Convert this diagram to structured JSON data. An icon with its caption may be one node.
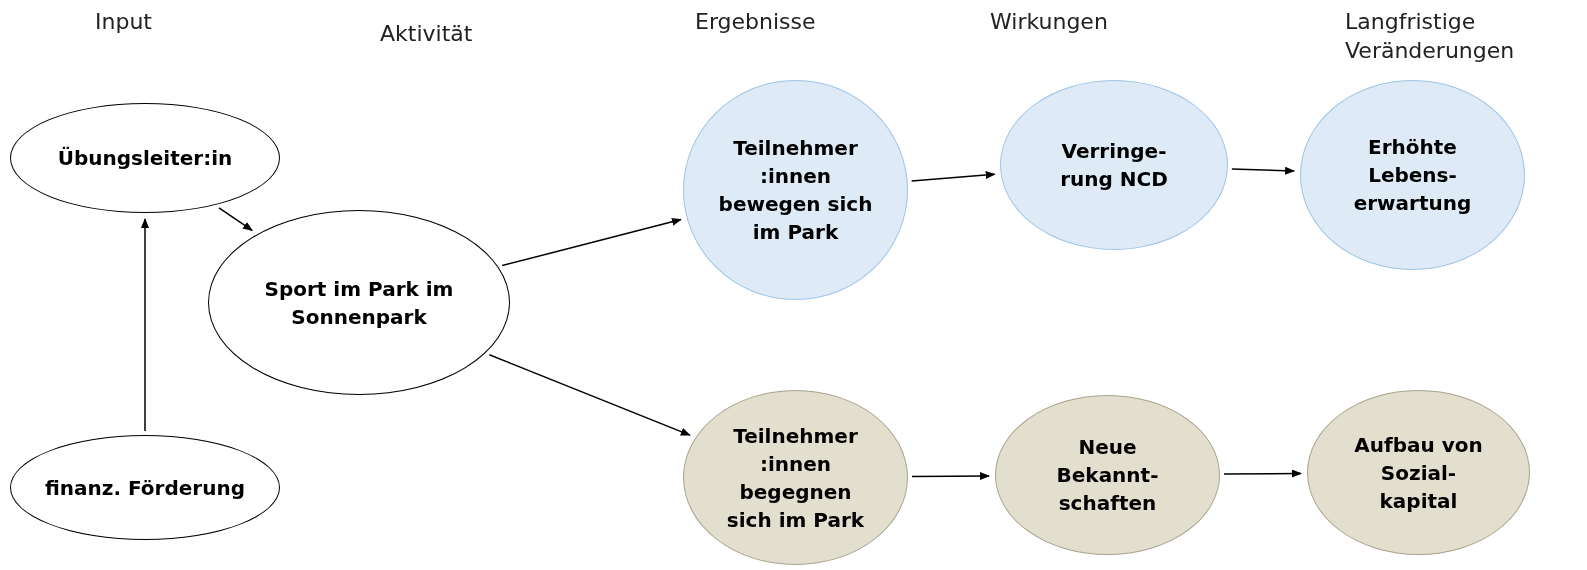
{
  "diagram": {
    "nodes": [
      {
        "text": [
          "Übungsleiter:in"
        ]
      },
      {
        "text": [
          "finanz. Förderung"
        ]
      },
      {
        "text": [
          "Sport im Park im Sonnenpark"
        ]
      },
      {
        "text": [
          "Teilnehmer :innen bewegen sich im Park"
        ]
      },
      {
        "text": [
          "Verringe- rung NCD"
        ]
      },
      {
        "text": [
          "Erhöhte Lebens- erwartung"
        ]
      },
      {
        "text": [
          "Teilnehmer :innen begegnen sich im Park"
        ]
      },
      {
        "text": [
          "Neue Bekannt- schaften"
        ]
      },
      {
        "text": [
          "Aufbau von Sozial- kapital"
        ]
      }
    ],
    "edges": [
      {
        "from": 0,
        "to": 2,
        "arrow": "to"
      },
      {
        "from": 1,
        "to": 0,
        "arrow": "to"
      },
      {
        "from": 2,
        "to": 3,
        "arrow": "to"
      },
      {
        "from": 2,
        "to": 6,
        "arrow": "to"
      },
      {
        "from": 3,
        "to": 4,
        "arrow": "to"
      },
      {
        "from": 4,
        "to": 5,
        "arrow": "to"
      },
      {
        "from": 6,
        "to": 7,
        "arrow": "to"
      },
      {
        "from": 7,
        "to": 8,
        "arrow": "to"
      }
    ],
    "labels": [
      "Input",
      "Aktivität",
      "Ergebnisse",
      "Wirkungen",
      "Langfristige Veränderungen"
    ]
  }
}
